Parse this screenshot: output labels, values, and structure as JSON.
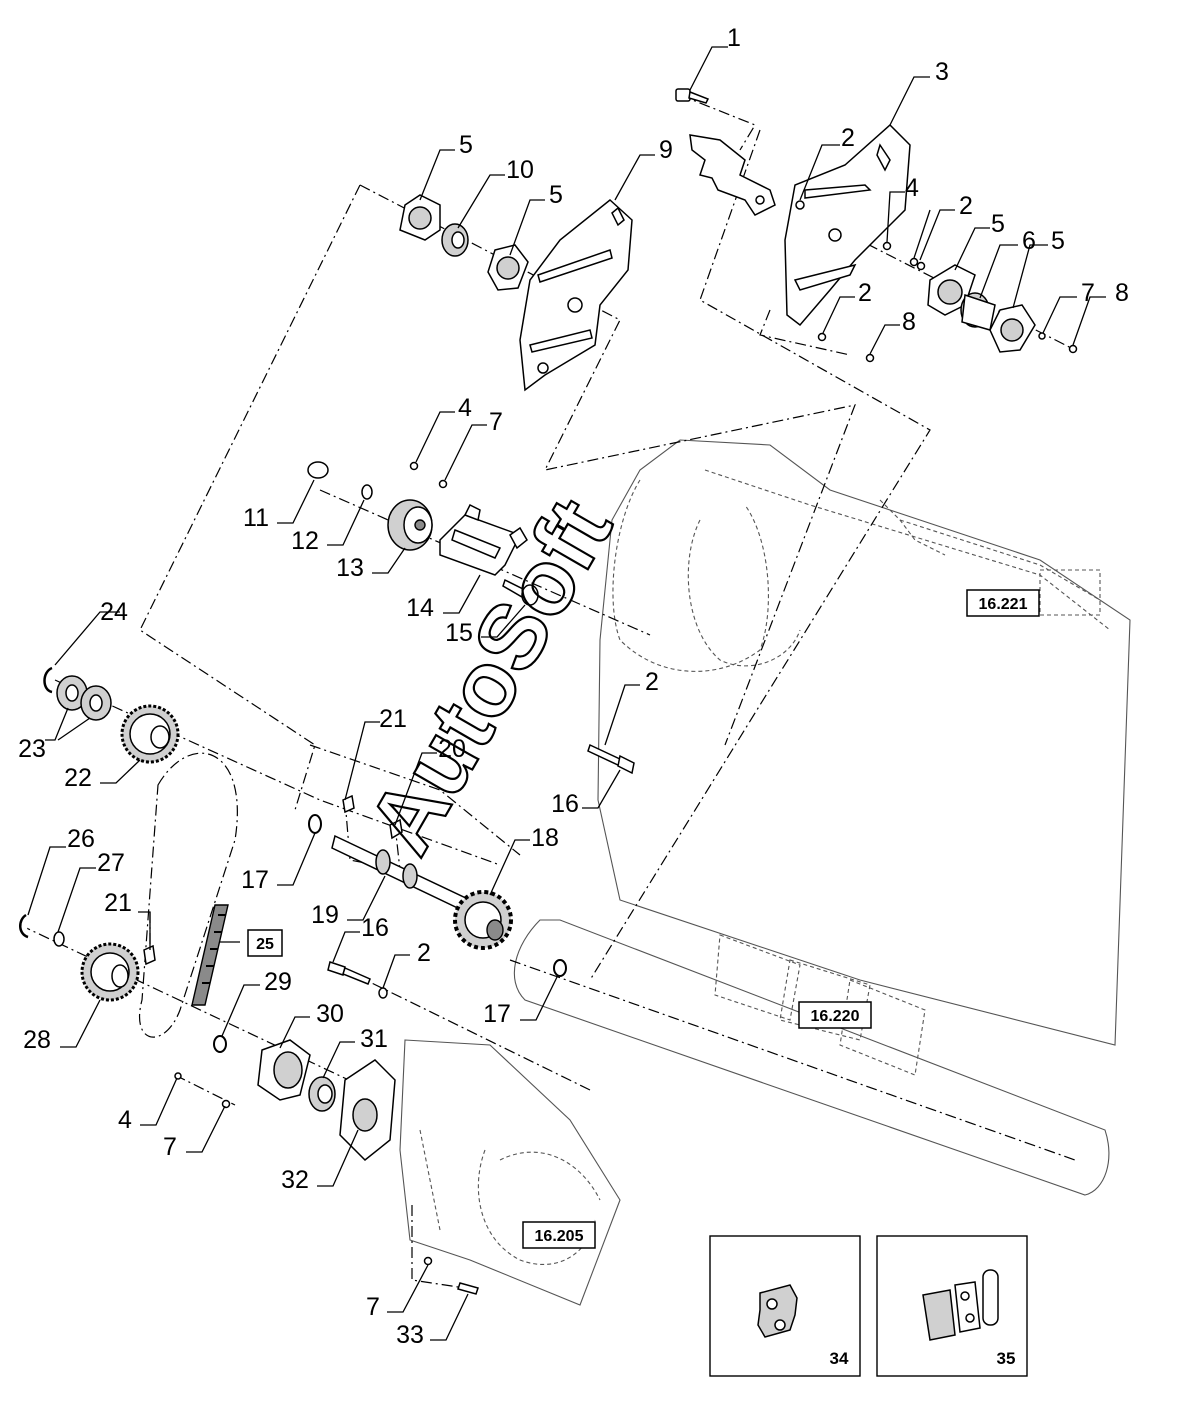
{
  "watermark": "AutoSoft",
  "callouts": [
    {
      "id": "c1",
      "text": "1"
    },
    {
      "id": "c2a",
      "text": "2"
    },
    {
      "id": "c3",
      "text": "3"
    },
    {
      "id": "c5a",
      "text": "5"
    },
    {
      "id": "c10",
      "text": "10"
    },
    {
      "id": "c5b",
      "text": "5"
    },
    {
      "id": "c9",
      "text": "9"
    },
    {
      "id": "c4a",
      "text": "4"
    },
    {
      "id": "c2b",
      "text": "2"
    },
    {
      "id": "c5c",
      "text": "5"
    },
    {
      "id": "c6",
      "text": "6"
    },
    {
      "id": "c5d",
      "text": "5"
    },
    {
      "id": "c7a",
      "text": "7"
    },
    {
      "id": "c8a",
      "text": "8"
    },
    {
      "id": "c2c",
      "text": "2"
    },
    {
      "id": "c8b",
      "text": "8"
    },
    {
      "id": "c4b",
      "text": "4"
    },
    {
      "id": "c7b",
      "text": "7"
    },
    {
      "id": "c11",
      "text": "11"
    },
    {
      "id": "c12",
      "text": "12"
    },
    {
      "id": "c13",
      "text": "13"
    },
    {
      "id": "c14",
      "text": "14"
    },
    {
      "id": "c15",
      "text": "15"
    },
    {
      "id": "c24",
      "text": "24"
    },
    {
      "id": "c23",
      "text": "23"
    },
    {
      "id": "c22",
      "text": "22"
    },
    {
      "id": "c2d",
      "text": "2"
    },
    {
      "id": "c21a",
      "text": "21"
    },
    {
      "id": "c20",
      "text": "20"
    },
    {
      "id": "c16a",
      "text": "16"
    },
    {
      "id": "c18",
      "text": "18"
    },
    {
      "id": "c17a",
      "text": "17"
    },
    {
      "id": "c19",
      "text": "19"
    },
    {
      "id": "c26",
      "text": "26"
    },
    {
      "id": "c27",
      "text": "27"
    },
    {
      "id": "c21b",
      "text": "21"
    },
    {
      "id": "c16b",
      "text": "16"
    },
    {
      "id": "c2e",
      "text": "2"
    },
    {
      "id": "c17b",
      "text": "17"
    },
    {
      "id": "c28",
      "text": "28"
    },
    {
      "id": "c29",
      "text": "29"
    },
    {
      "id": "c30",
      "text": "30"
    },
    {
      "id": "c31",
      "text": "31"
    },
    {
      "id": "c4c",
      "text": "4"
    },
    {
      "id": "c7c",
      "text": "7"
    },
    {
      "id": "c32",
      "text": "32"
    },
    {
      "id": "c7d",
      "text": "7"
    },
    {
      "id": "c33",
      "text": "33"
    }
  ],
  "refs": [
    {
      "id": "r16221",
      "text": "16.221"
    },
    {
      "id": "r25",
      "text": "25"
    },
    {
      "id": "r16220",
      "text": "16.220"
    },
    {
      "id": "r16205",
      "text": "16.205"
    }
  ],
  "insets": [
    {
      "id": "i34",
      "text": "34"
    },
    {
      "id": "i35",
      "text": "35"
    }
  ]
}
